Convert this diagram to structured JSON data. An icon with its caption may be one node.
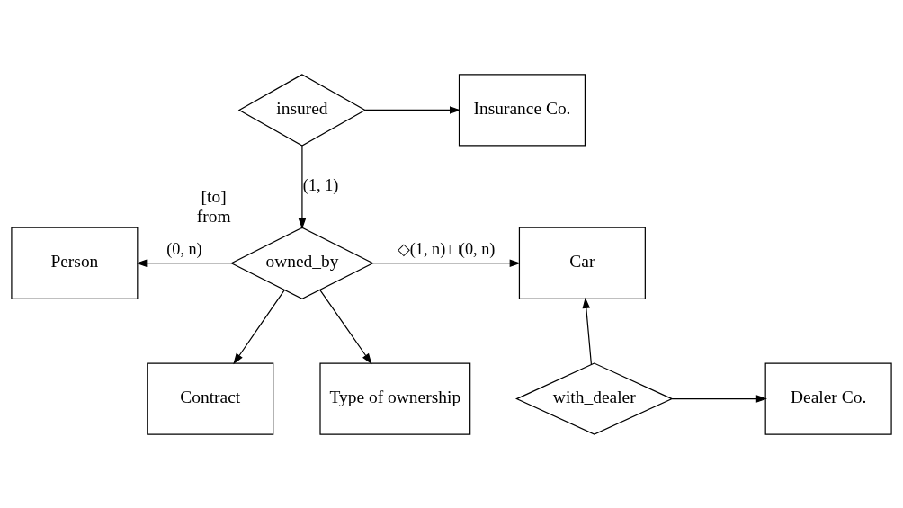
{
  "diagram": {
    "nodes": [
      {
        "text": [
          "insured"
        ]
      },
      {
        "text": [
          "Insurance Co."
        ]
      },
      {
        "text": [
          "Person"
        ]
      },
      {
        "text": [
          "owned_by"
        ],
        "beside": [
          "[to]",
          "from"
        ]
      },
      {
        "text": [
          "Car"
        ]
      },
      {
        "text": [
          "Contract"
        ]
      },
      {
        "text": [
          "Type of ownership"
        ]
      },
      {
        "text": [
          "with_dealer"
        ]
      },
      {
        "text": [
          "Dealer Co."
        ]
      }
    ],
    "edges": [
      {
        "from": 0,
        "to": 1,
        "arrow": "to"
      },
      {
        "from": 0,
        "to": 3,
        "arrow": "to",
        "label": "(1, 1)"
      },
      {
        "from": 3,
        "to": 2,
        "arrow": "to",
        "label": "(0, n)"
      },
      {
        "from": 3,
        "to": 4,
        "arrow": "to",
        "label": "◇(1, n) □(0, n)"
      },
      {
        "from": 3,
        "to": 5,
        "arrow": "to"
      },
      {
        "from": 3,
        "to": 6,
        "arrow": "to"
      },
      {
        "from": 7,
        "to": 4,
        "arrow": "to"
      },
      {
        "from": 7,
        "to": 8,
        "arrow": "to"
      }
    ]
  }
}
